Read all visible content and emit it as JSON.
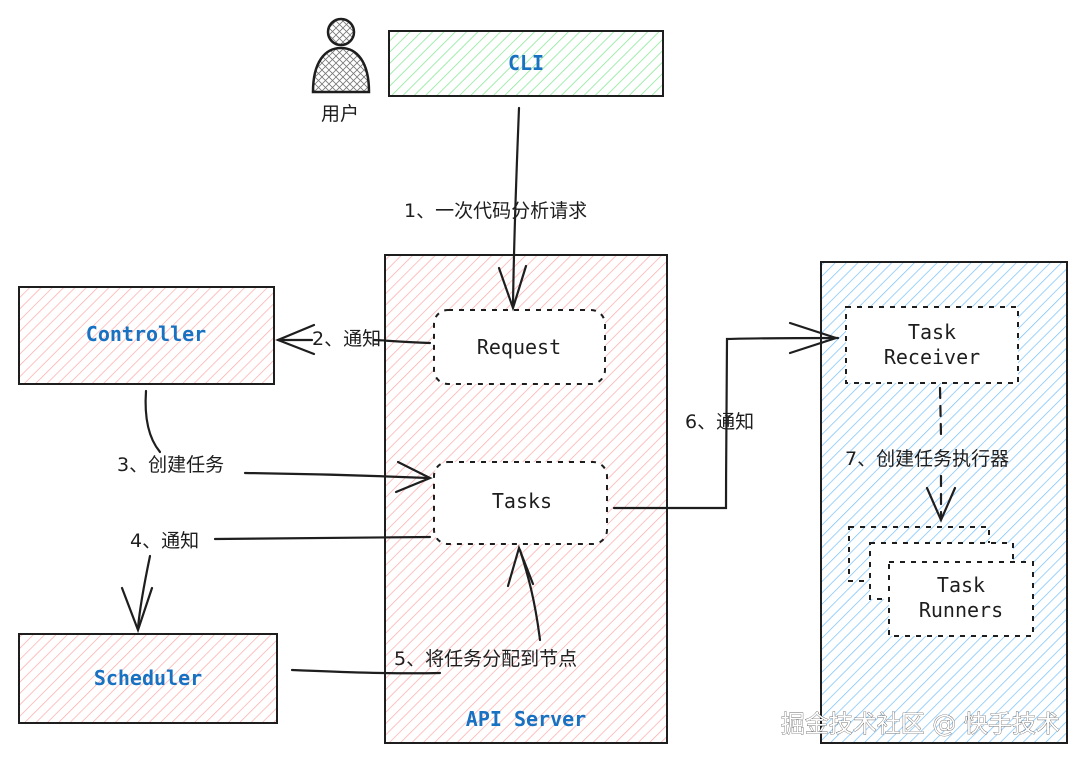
{
  "user": {
    "label": "用户"
  },
  "cli": {
    "label": "CLI"
  },
  "api_server": {
    "label": "API Server",
    "request": "Request",
    "tasks": "Tasks"
  },
  "controller": {
    "label": "Controller"
  },
  "scheduler": {
    "label": "Scheduler"
  },
  "worker_node": {
    "task_receiver_line1": "Task",
    "task_receiver_line2": "Receiver",
    "task_runners_line1": "Task",
    "task_runners_line2": "Runners"
  },
  "steps": {
    "s1": "1、一次代码分析请求",
    "s2": "2、通知",
    "s3": "3、创建任务",
    "s4": "4、通知",
    "s5": "5、将任务分配到节点",
    "s6": "6、通知",
    "s7": "7、创建任务执行器"
  },
  "watermark": "掘金技术社区 @ 快手技术",
  "colors": {
    "green": "#b2f2bb",
    "red": "#ffc9c9",
    "blue": "#a5d8ff",
    "accent_text": "#1971c2",
    "stroke": "#1e1e1e"
  }
}
